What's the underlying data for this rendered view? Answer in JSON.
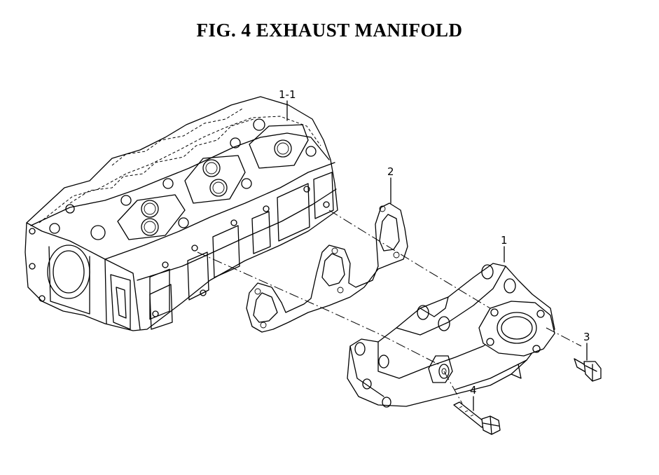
{
  "figure": {
    "title": "FIG. 4  EXHAUST MANIFOLD"
  },
  "parts": [
    {
      "ref": "1-1"
    },
    {
      "ref": "2"
    },
    {
      "ref": "1"
    },
    {
      "ref": "3"
    },
    {
      "ref": "4"
    }
  ]
}
